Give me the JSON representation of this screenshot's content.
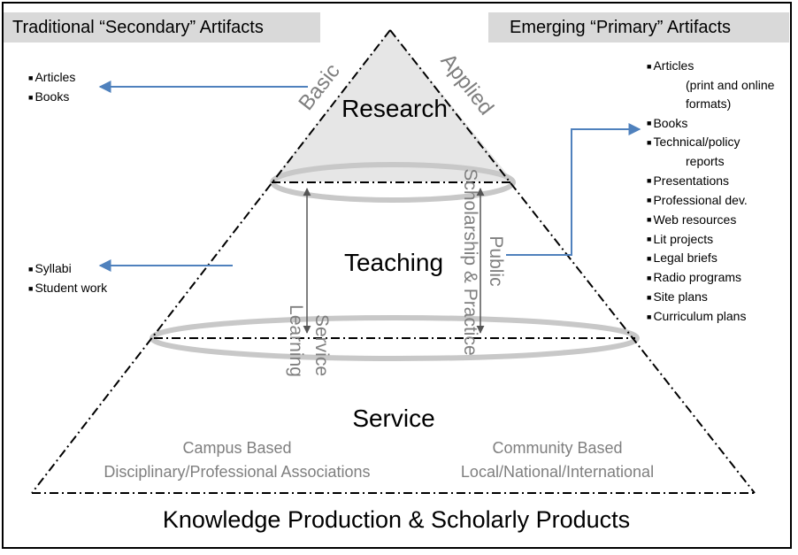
{
  "headers": {
    "secondary": "Traditional “Secondary” Artifacts",
    "primary": "Emerging “Primary” Artifacts"
  },
  "pyramid": {
    "research": "Research",
    "teaching": "Teaching",
    "service": "Service",
    "basic": "Basic",
    "applied": "Applied",
    "public_scholarship": [
      "Public",
      "Scholarship & Practice"
    ],
    "service_learning": [
      "Service",
      "Learning"
    ],
    "campus": [
      "Campus Based",
      "Disciplinary/Professional Associations"
    ],
    "community": [
      "Community Based",
      "Local/National/International"
    ]
  },
  "secondary_artifacts": {
    "research": [
      "Articles",
      "Books"
    ],
    "teaching": [
      "Syllabi",
      "Student work"
    ]
  },
  "primary_artifacts": [
    {
      "bullet": "Articles",
      "cont": [
        "(print and online",
        "formats)"
      ]
    },
    {
      "bullet": "Books",
      "cont": []
    },
    {
      "bullet": "Technical/policy",
      "cont": [
        "reports"
      ]
    },
    {
      "bullet": "Presentations",
      "cont": []
    },
    {
      "bullet": "Professional dev.",
      "cont": []
    },
    {
      "bullet": "Web resources",
      "cont": []
    },
    {
      "bullet": "Lit projects",
      "cont": []
    },
    {
      "bullet": "Legal briefs",
      "cont": []
    },
    {
      "bullet": "Radio programs",
      "cont": []
    },
    {
      "bullet": "Site plans",
      "cont": []
    },
    {
      "bullet": "Curriculum plans",
      "cont": []
    }
  ],
  "footer": "Knowledge Production & Scholarly Products",
  "colors": {
    "arrow": "#4f81bd",
    "research_fill": "#e6e6e6",
    "ellipse": "#c8c8c8",
    "gray_text": "#7f7f7f",
    "header_bg": "#d9d9d9"
  }
}
